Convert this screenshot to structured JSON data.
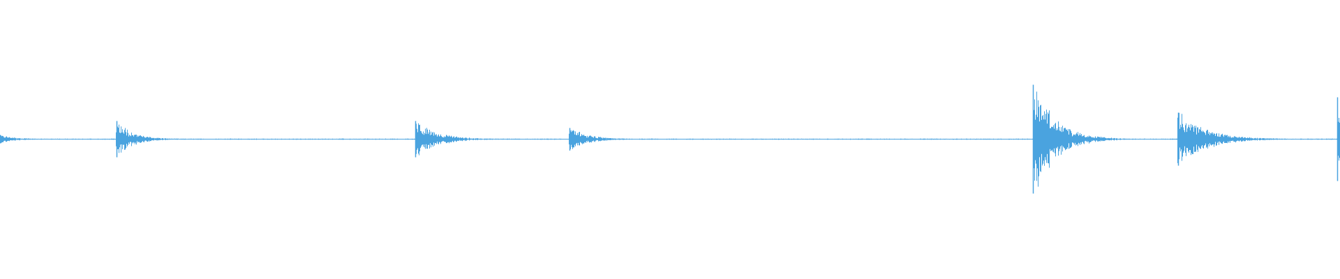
{
  "waveform": {
    "color": "#4aa3df",
    "transients": [
      {
        "time": 0.0,
        "peak": 0.03,
        "decay": 0.012
      },
      {
        "time": 0.087,
        "peak": 0.13,
        "decay": 0.012
      },
      {
        "time": 0.31,
        "peak": 0.13,
        "decay": 0.016
      },
      {
        "time": 0.425,
        "peak": 0.08,
        "decay": 0.014
      },
      {
        "time": 0.771,
        "peak": 0.39,
        "decay": 0.016
      },
      {
        "time": 0.879,
        "peak": 0.19,
        "decay": 0.02
      },
      {
        "time": 0.998,
        "peak": 0.3,
        "decay": 0.004
      }
    ],
    "noise_floor": 0.004
  }
}
